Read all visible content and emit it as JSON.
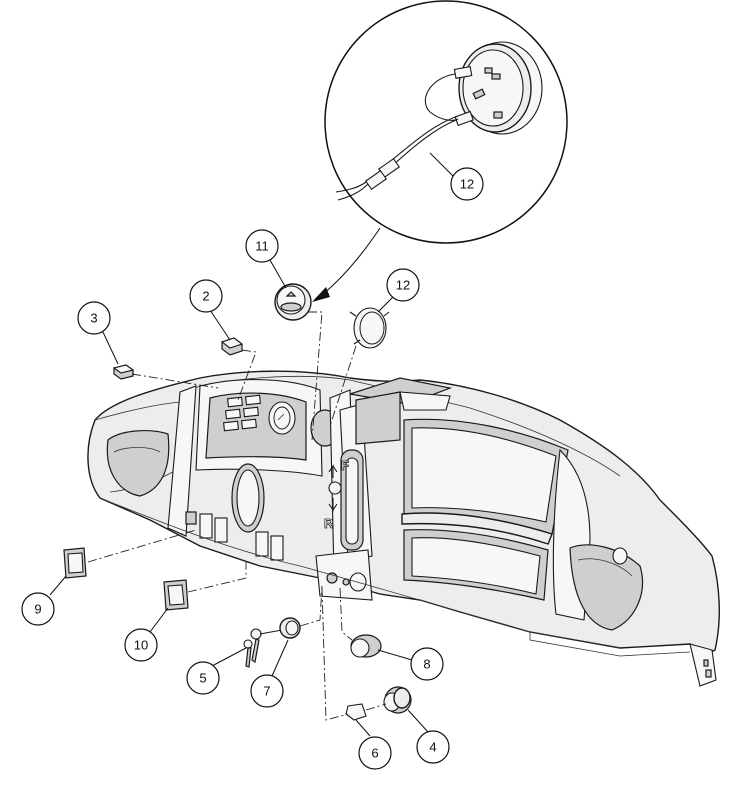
{
  "callouts": [
    {
      "id": "callout-11",
      "label": "11"
    },
    {
      "id": "callout-2",
      "label": "2"
    },
    {
      "id": "callout-3",
      "label": "3"
    },
    {
      "id": "callout-12-lower",
      "label": "12"
    },
    {
      "id": "callout-12-inset",
      "label": "12"
    },
    {
      "id": "callout-9",
      "label": "9"
    },
    {
      "id": "callout-10",
      "label": "10"
    },
    {
      "id": "callout-5",
      "label": "5"
    },
    {
      "id": "callout-7",
      "label": "7"
    },
    {
      "id": "callout-8",
      "label": "8"
    },
    {
      "id": "callout-6",
      "label": "6"
    },
    {
      "id": "callout-4",
      "label": "4"
    }
  ],
  "direction_labels": {
    "forward": "F",
    "reverse": "R"
  }
}
